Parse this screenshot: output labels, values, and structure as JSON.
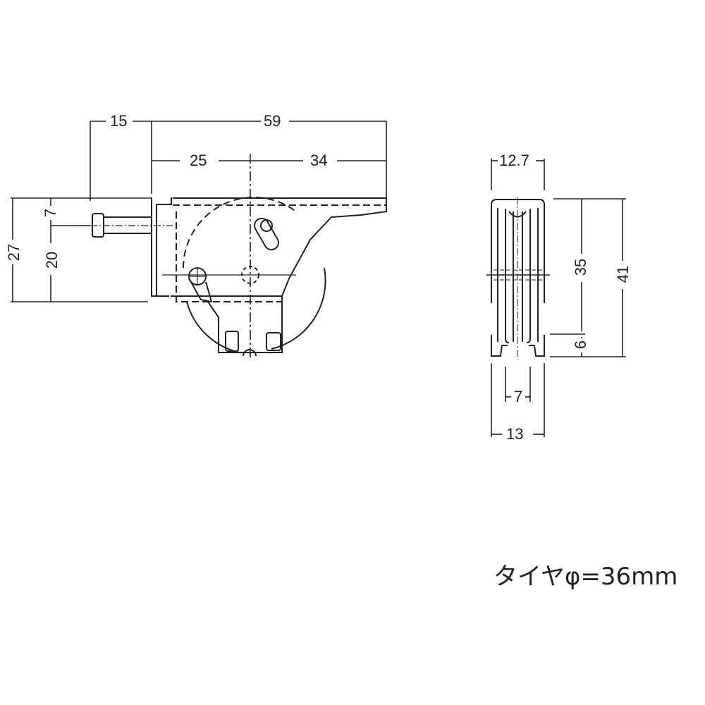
{
  "side_view": {
    "dims": {
      "offset_left": "15",
      "overall_length": "59",
      "to_axle": "25",
      "axle_to_end": "34",
      "bolt_from_top": "7",
      "bolt_to_bottom": "20",
      "overall_height": "27"
    }
  },
  "front_view": {
    "dims": {
      "top_width": "12.7",
      "inner_height": "35",
      "overall_height": "41",
      "bottom_lip": "6",
      "groove_width": "7",
      "bottom_width": "13"
    }
  },
  "caption": "タイヤφ=36mm"
}
